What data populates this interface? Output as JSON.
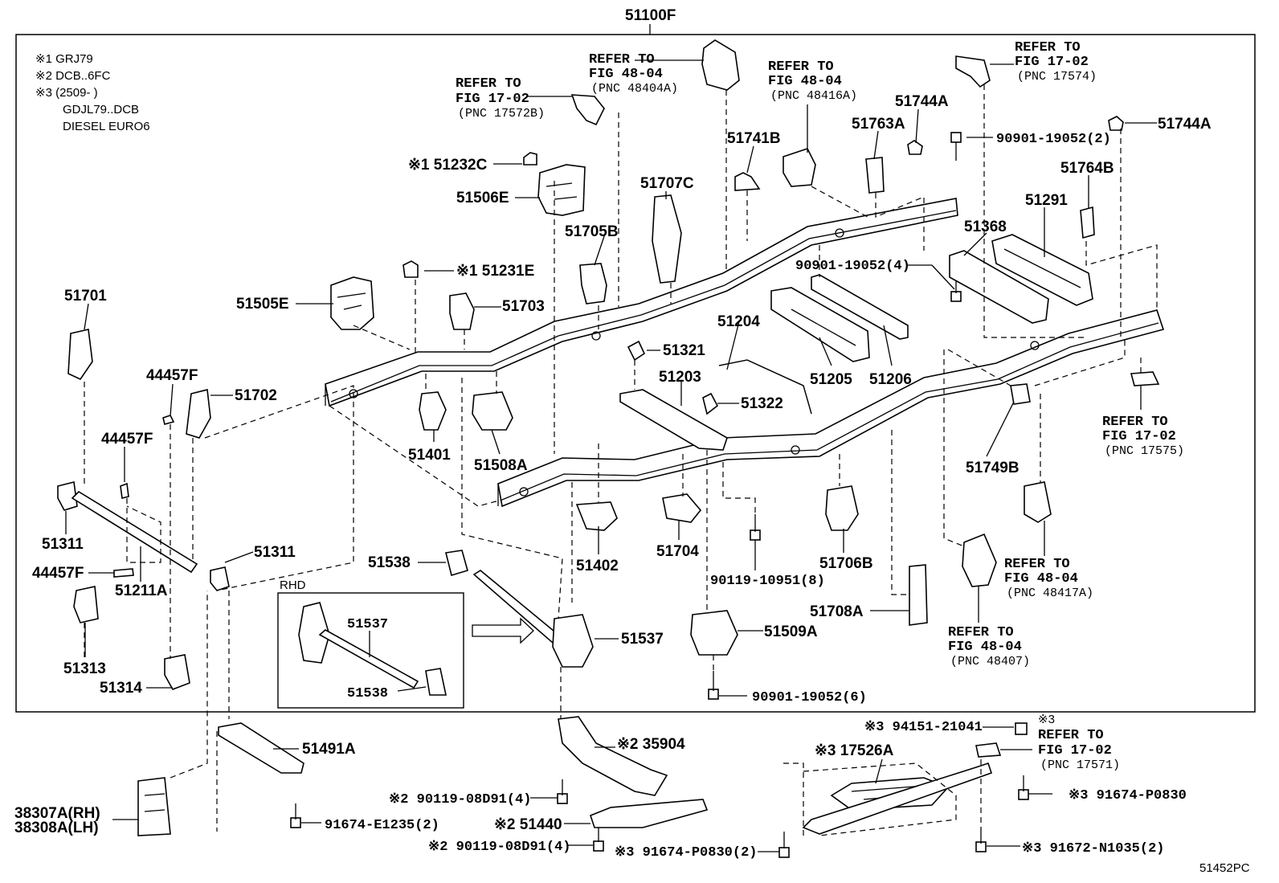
{
  "header": {
    "main_part": "51100F",
    "diagram_code": "51452PC"
  },
  "notes": [
    "※1 GRJ79",
    "※2 DCB..6FC",
    "※3 (2509-       )",
    "GDJL79..DCB",
    "DIESEL EURO6"
  ],
  "refs": {
    "r17572": [
      "REFER TO",
      "FIG 17-02",
      "(PNC 17572B)"
    ],
    "r48404": [
      "REFER TO",
      "FIG 48-04",
      "(PNC 48404A)"
    ],
    "r48416": [
      "REFER TO",
      "FIG 48-04",
      "(PNC 48416A)"
    ],
    "r17574": [
      "REFER TO",
      "FIG 17-02",
      "(PNC 17574)"
    ],
    "r17575": [
      "REFER TO",
      "FIG 17-02",
      "(PNC 17575)"
    ],
    "r48417": [
      "REFER TO",
      "FIG 48-04",
      "(PNC 48417A)"
    ],
    "r48407": [
      "REFER TO",
      "FIG 48-04",
      "(PNC 48407)"
    ],
    "r17571": [
      "※3",
      "REFER TO",
      "FIG 17-02",
      "(PNC 17571)"
    ]
  },
  "inset": {
    "title": "RHD",
    "p51537": "51537",
    "p51538": "51538"
  },
  "parts": {
    "p51232C": "※1 51232C",
    "p51506E": "51506E",
    "p51705B": "51705B",
    "p51707C": "51707C",
    "p51741B": "51741B",
    "p51763A": "51763A",
    "p51744A_1": "51744A",
    "p51744A_2": "51744A",
    "p90901_2": "90901-19052(2)",
    "p51764B": "51764B",
    "p51291": "51291",
    "p51368": "51368",
    "p90901_4": "90901-19052(4)",
    "p51231E": "※1 51231E",
    "p51505E": "51505E",
    "p51703": "51703",
    "p51701": "51701",
    "p44457F_1": "44457F",
    "p51702": "51702",
    "p44457F_2": "44457F",
    "p51311_1": "51311",
    "p44457F_3": "44457F",
    "p51211A": "51211A",
    "p51311_2": "51311",
    "p51313": "51313",
    "p51314": "51314",
    "p51204": "51204",
    "p51321": "51321",
    "p51203": "51203",
    "p51322": "51322",
    "p51205": "51205",
    "p51206": "51206",
    "p51401": "51401",
    "p51508A": "51508A",
    "p51538": "51538",
    "p51537": "51537",
    "p51402": "51402",
    "p51704": "51704",
    "p90119_10951": "90119-10951(8)",
    "p51706B": "51706B",
    "p51749B": "51749B",
    "p51708A": "51708A",
    "p51509A": "51509A",
    "p90901_6": "90901-19052(6)",
    "p51491A": "51491A",
    "p38307A": "38307A(RH)",
    "p38308A": "38308A(LH)",
    "p91674_E1235": "91674-E1235(2)",
    "p35904": "※2 35904",
    "p90119_08D91_a": "※2 90119-08D91(4)",
    "p51440": "※2 51440",
    "p90119_08D91_b": "※2 90119-08D91(4)",
    "p91674_P0830_a": "※3 91674-P0830(2)",
    "p94151": "※3 94151-21041",
    "p17526A": "※3 17526A",
    "p91674_P0830_b": "※3 91674-P0830",
    "p91672": "※3 91672-N1035(2)"
  }
}
